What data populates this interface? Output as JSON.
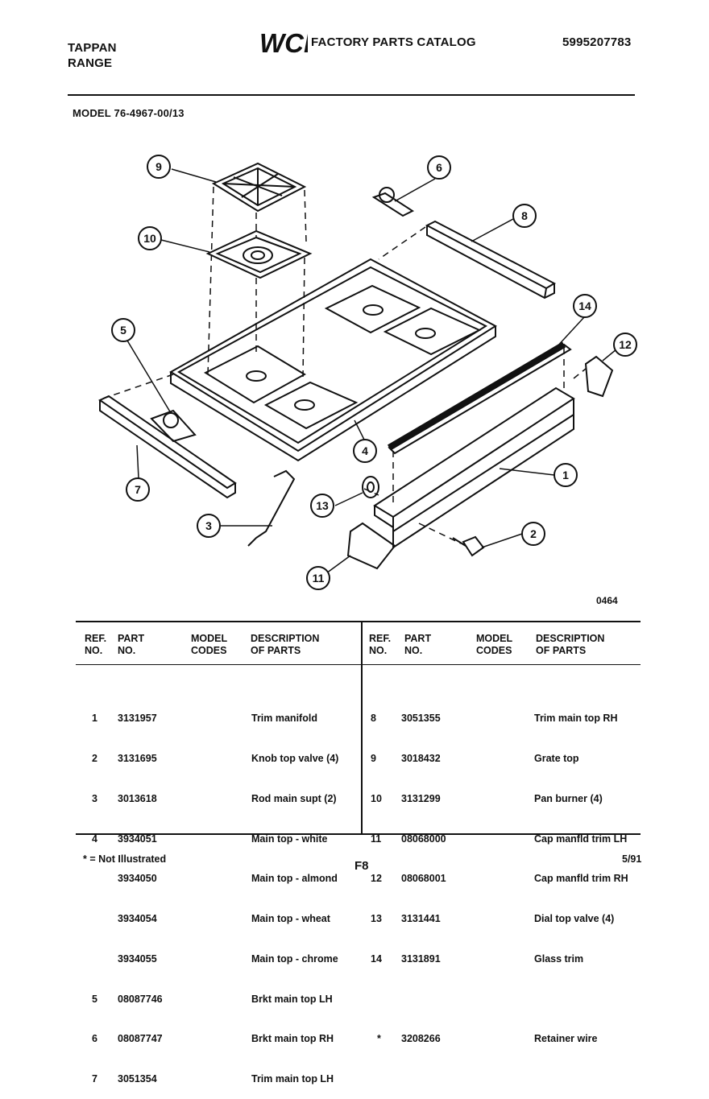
{
  "header": {
    "brand_line1": "TAPPAN",
    "brand_line2": "RANGE",
    "logo": "WCI",
    "catalog_title": "FACTORY PARTS CATALOG",
    "catalog_number": "5995207783",
    "model": "MODEL 76-4967-00/13"
  },
  "diagram": {
    "figure_code": "0464",
    "callouts": [
      "1",
      "2",
      "3",
      "4",
      "5",
      "6",
      "7",
      "8",
      "9",
      "10",
      "11",
      "12",
      "13",
      "14"
    ]
  },
  "table": {
    "headers": {
      "ref": "REF.\nNO.",
      "part": "PART\nNO.",
      "model": "MODEL\nCODES",
      "desc": "DESCRIPTION\nOF PARTS"
    },
    "left": [
      {
        "ref": "1",
        "part": "3131957",
        "desc": "Trim manifold"
      },
      {
        "ref": "2",
        "part": "3131695",
        "desc": "Knob top valve (4)"
      },
      {
        "ref": "3",
        "part": "3013618",
        "desc": "Rod main supt (2)"
      },
      {
        "ref": "4",
        "part": "3934051",
        "desc": "Main top - white"
      },
      {
        "ref": "",
        "part": "3934050",
        "desc": "Main top - almond"
      },
      {
        "ref": "",
        "part": "3934054",
        "desc": "Main top - wheat"
      },
      {
        "ref": "",
        "part": "3934055",
        "desc": "Main top - chrome"
      },
      {
        "ref": "5",
        "part": "08087746",
        "desc": "Brkt main top LH"
      },
      {
        "ref": "6",
        "part": "08087747",
        "desc": "Brkt main top RH"
      },
      {
        "ref": "7",
        "part": "3051354",
        "desc": "Trim main top LH"
      }
    ],
    "right": [
      {
        "ref": "8",
        "part": "3051355",
        "desc": "Trim main top RH"
      },
      {
        "ref": "9",
        "part": "3018432",
        "desc": "Grate top"
      },
      {
        "ref": "10",
        "part": "3131299",
        "desc": "Pan burner (4)"
      },
      {
        "ref": "11",
        "part": "08068000",
        "desc": "Cap manfld trim LH"
      },
      {
        "ref": "12",
        "part": "08068001",
        "desc": "Cap manfld trim RH"
      },
      {
        "ref": "13",
        "part": "3131441",
        "desc": "Dial top valve (4)"
      },
      {
        "ref": "14",
        "part": "3131891",
        "desc": "Glass trim"
      },
      {
        "ref": "",
        "part": "",
        "desc": ""
      },
      {
        "ref": "*",
        "part": "3208266",
        "desc": "Retainer wire"
      }
    ]
  },
  "footer": {
    "note": "* = Not Illustrated",
    "page": "F8",
    "date": "5/91"
  }
}
